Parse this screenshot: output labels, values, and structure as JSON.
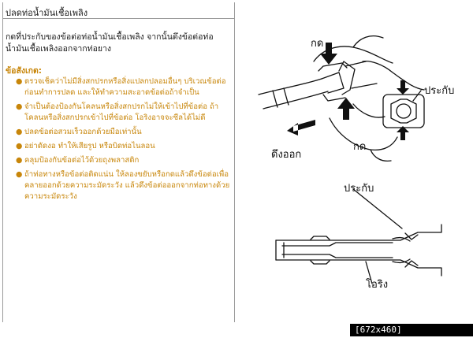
{
  "heading": "ปลดท่อน้ำมันเชื้อเพลิง",
  "intro": "กดที่ประกับของข้อต่อท่อน้ำมันเชื้อเพลิง จากนั้นดึงข้อต่อท่อน้ำมันเชื้อเพลิงออกจากท่อยาง",
  "notes": {
    "title": "ข้อสังเกต:",
    "items": [
      "ตรวจเช็คว่าไม่มีสิ่งสกปรกหรือสิ่งแปลกปลอมอื่นๆ บริเวณข้อต่อก่อนทำการปลด และให้ทำความสะอาดข้อต่อถ้าจำเป็น",
      "จำเป็นต้องป้องกันโคลนหรือสิ่งสกปรกไม่ให้เข้าไปที่ข้อต่อ ถ้าโคลนหรือสิ่งสกปรกเข้าไปที่ข้อต่อ โอริงอาจจะซีลได้ไม่ดี",
      "ปลดข้อต่อสวมเร็วออกด้วยมือเท่านั้น",
      "อย่าดัดงอ ทำให้เสียรูป หรือบิดท่อไนลอน",
      "คลุมป้องกันข้อต่อไว้ด้วยถุงพลาสติก",
      "ถ้าท่อทางหรือข้อต่อติดแน่น ให้ลองขยับหรือกดแล้วดึงข้อต่อเพื่อคลายออกด้วยความระมัดระวัง แล้วดึงข้อต่อออกจากท่อทางด้วยความระมัดระวัง"
    ]
  },
  "diagram": {
    "push_label_top": "กด",
    "push_label_bottom": "กด",
    "pull_label": "ดึงออก",
    "retainer_label_top": "ประกับ",
    "retainer_label_bottom": "ประกับ",
    "oring_label": "โอริง"
  },
  "watermark": "[672x460] https://upic.me/"
}
